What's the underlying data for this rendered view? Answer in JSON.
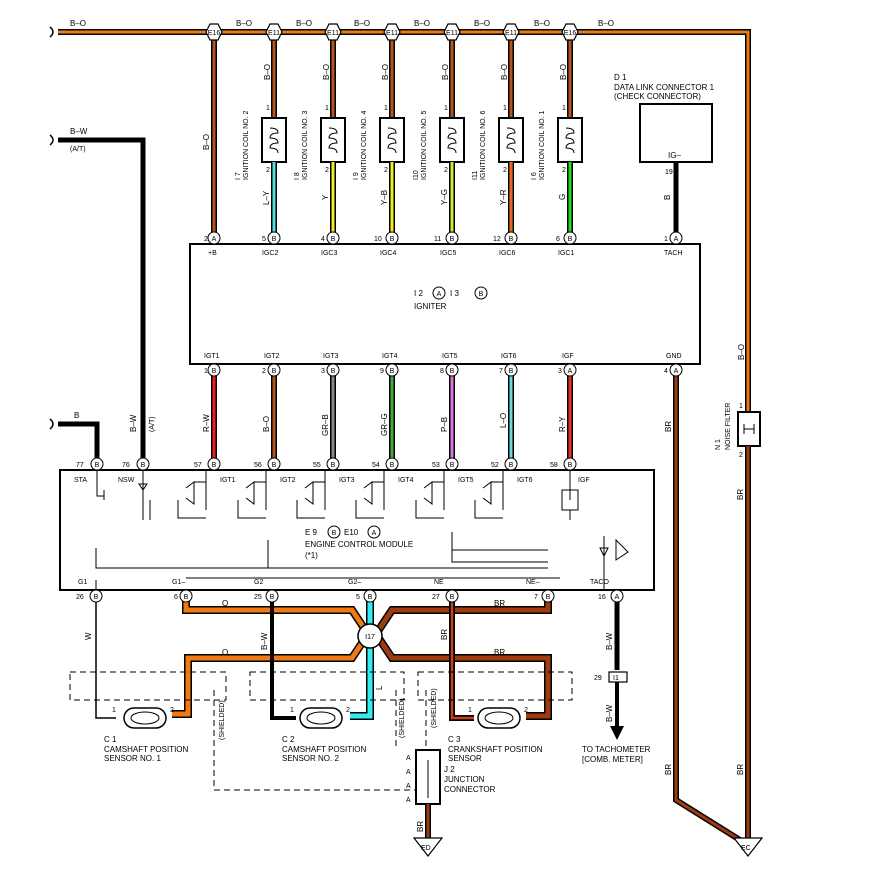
{
  "top_wire": {
    "label": "B–O"
  },
  "top_connectors": [
    {
      "id": "E16",
      "wire": "B–O",
      "pin": "2",
      "ign_pin": "A"
    },
    {
      "id": "E11",
      "wire": "B–O",
      "pin": "5",
      "ign_pin": "B"
    },
    {
      "id": "E11",
      "wire": "B–O",
      "pin": "4",
      "ign_pin": "B"
    },
    {
      "id": "E11",
      "wire": "B–O",
      "pin": "10",
      "ign_pin": "B"
    },
    {
      "id": "E11",
      "wire": "B–O",
      "pin": "11",
      "ign_pin": "B"
    },
    {
      "id": "E11",
      "wire": "B–O",
      "pin": "12",
      "ign_pin": "B"
    },
    {
      "id": "E16",
      "wire": "B–O",
      "pin": "6",
      "ign_pin": "B"
    }
  ],
  "coils": [
    {
      "ref": "I 7",
      "name": "IGNITION COIL NO. 2",
      "wire": "L–Y",
      "igniter_pin": "IGC2",
      "pin_num": "5",
      "color": "#55dddd"
    },
    {
      "ref": "I 8",
      "name": "IGNITION COIL NO. 3",
      "wire": "Y",
      "igniter_pin": "IGC3",
      "pin_num": "4",
      "color": "#eeee22"
    },
    {
      "ref": "I 9",
      "name": "IGNITION COIL NO. 4",
      "wire": "Y–B",
      "igniter_pin": "IGC4",
      "pin_num": "10",
      "color": "#eeee22"
    },
    {
      "ref": "I10",
      "name": "IGNITION COIL NO. 5",
      "wire": "Y–G",
      "igniter_pin": "IGC5",
      "pin_num": "11",
      "color": "#ccee33"
    },
    {
      "ref": "I11",
      "name": "IGNITION COIL NO. 6",
      "wire": "Y–R",
      "igniter_pin": "IGC6",
      "pin_num": "12",
      "color": "#f0a020"
    },
    {
      "ref": "I 6",
      "name": "IGNITION COIL NO. 1",
      "wire": "G",
      "igniter_pin": "IGC1",
      "pin_num": "6",
      "color": "#22dd22"
    }
  ],
  "coil_pins": {
    "top": "1",
    "bottom": "2"
  },
  "dlc": {
    "ref": "D 1",
    "line1": "DATA LINK CONNECTOR 1",
    "line2": "(CHECK CONNECTOR)",
    "pin_label": "IG–",
    "pin": "19",
    "wire": "B"
  },
  "igniter": {
    "title_a": "I 2",
    "title_b": "I 3",
    "conn_a": "A",
    "conn_b": "B",
    "name": "IGNITER",
    "top_pins": [
      {
        "label": "+B",
        "num": "2",
        "conn": "A"
      },
      {
        "label": "TACH",
        "num": "1",
        "conn": "A"
      }
    ],
    "bottom_pins": [
      {
        "label": "IGT1",
        "num": "1",
        "conn": "B",
        "wire": "R–W",
        "color": "#ee2222"
      },
      {
        "label": "IGT2",
        "num": "2",
        "conn": "B",
        "wire": "B–O",
        "color": "#b4541e"
      },
      {
        "label": "IGT3",
        "num": "3",
        "conn": "B",
        "wire": "GR–B",
        "color": "#888888"
      },
      {
        "label": "IGT4",
        "num": "9",
        "conn": "B",
        "wire": "GR–G",
        "color": "#44aa44"
      },
      {
        "label": "IGT5",
        "num": "8",
        "conn": "B",
        "wire": "P–B",
        "color": "#dd77dd"
      },
      {
        "label": "IGT6",
        "num": "7",
        "conn": "B",
        "wire": "L–O",
        "color": "#66dddd"
      },
      {
        "label": "IGF",
        "num": "3",
        "conn": "A",
        "wire": "R–Y",
        "color": "#ee3322"
      }
    ],
    "gnd": {
      "label": "GND",
      "num": "4",
      "conn": "A",
      "wire": "BR"
    }
  },
  "noise_filter": {
    "ref": "N 1",
    "name": "NOISE FILTER",
    "pin1": "1",
    "pin2": "2",
    "wire_top": "B–O",
    "wire_bottom": "BR"
  },
  "left_wires": {
    "bw": "B–W",
    "bw_note": "(A/T)",
    "b": "B"
  },
  "ecm": {
    "title_a": "E 9",
    "conn_a": "B",
    "title_b": "E10",
    "conn_b": "A",
    "name": "ENGINE CONTROL MODULE",
    "note": "(*1)",
    "top_pins": [
      {
        "label": "STA",
        "num": "77",
        "conn": "B",
        "wire": "B"
      },
      {
        "label": "NSW",
        "num": "76",
        "conn": "B",
        "wire": "B–W",
        "note": "(A/T)"
      },
      {
        "label": "IGT1",
        "num": "57",
        "conn": "B"
      },
      {
        "label": "IGT2",
        "num": "56",
        "conn": "B"
      },
      {
        "label": "IGT3",
        "num": "55",
        "conn": "B"
      },
      {
        "label": "IGT4",
        "num": "54",
        "conn": "B"
      },
      {
        "label": "IGT5",
        "num": "53",
        "conn": "B"
      },
      {
        "label": "IGT6",
        "num": "52",
        "conn": "B"
      },
      {
        "label": "IGF",
        "num": "58",
        "conn": "B"
      }
    ],
    "bottom_pins": [
      {
        "label": "G1",
        "num": "26",
        "conn": "B"
      },
      {
        "label": "G1–",
        "num": "6",
        "conn": "B"
      },
      {
        "label": "G2",
        "num": "25",
        "conn": "B"
      },
      {
        "label": "G2–",
        "num": "5",
        "conn": "B"
      },
      {
        "label": "NE",
        "num": "27",
        "conn": "B"
      },
      {
        "label": "NE–",
        "num": "7",
        "conn": "B"
      },
      {
        "label": "TACO",
        "num": "16",
        "conn": "A"
      }
    ]
  },
  "i17": {
    "label": "I17"
  },
  "wire_labels": {
    "o1": "O",
    "o2": "O",
    "br1": "BR",
    "br2": "BR",
    "w": "W",
    "bw": "B–W",
    "l": "L",
    "br_j2": "BR",
    "bw_tach1": "B–W",
    "bw_tach2": "B–W",
    "br_gnd1": "BR",
    "br_gnd2": "BR",
    "br_gnd3": "BR",
    "br_nf": "BR"
  },
  "shielded": [
    "(SHIELDED)",
    "(SHIELDED)",
    "(SHIELDED)"
  ],
  "sensors": [
    {
      "ref": "C 1",
      "line1": "CAMSHAFT POSITION",
      "line2": "SENSOR NO. 1",
      "pin1": "1",
      "pin2": "2"
    },
    {
      "ref": "C 2",
      "line1": "CAMSHAFT POSITION",
      "line2": "SENSOR NO. 2",
      "pin1": "1",
      "pin2": "2"
    },
    {
      "ref": "C 3",
      "line1": "CRANKSHAFT POSITION",
      "line2": "SENSOR",
      "pin1": "1",
      "pin2": "2"
    }
  ],
  "j2": {
    "ref": "J 2",
    "line1": "JUNCTION",
    "line2": "CONNECTOR",
    "pins": [
      "A",
      "A",
      "A",
      "A"
    ]
  },
  "tach": {
    "conn": "I1",
    "pin": "29",
    "line1": "TO TACHOMETER",
    "line2": "[COMB. METER]"
  },
  "grounds": [
    {
      "label": "ED"
    },
    {
      "label": "EC"
    }
  ],
  "colors": {
    "orange": "#f07a12",
    "brown": "#9c3c10",
    "cyan": "#33eeee",
    "black": "#000000",
    "bo": "#b4541e"
  }
}
